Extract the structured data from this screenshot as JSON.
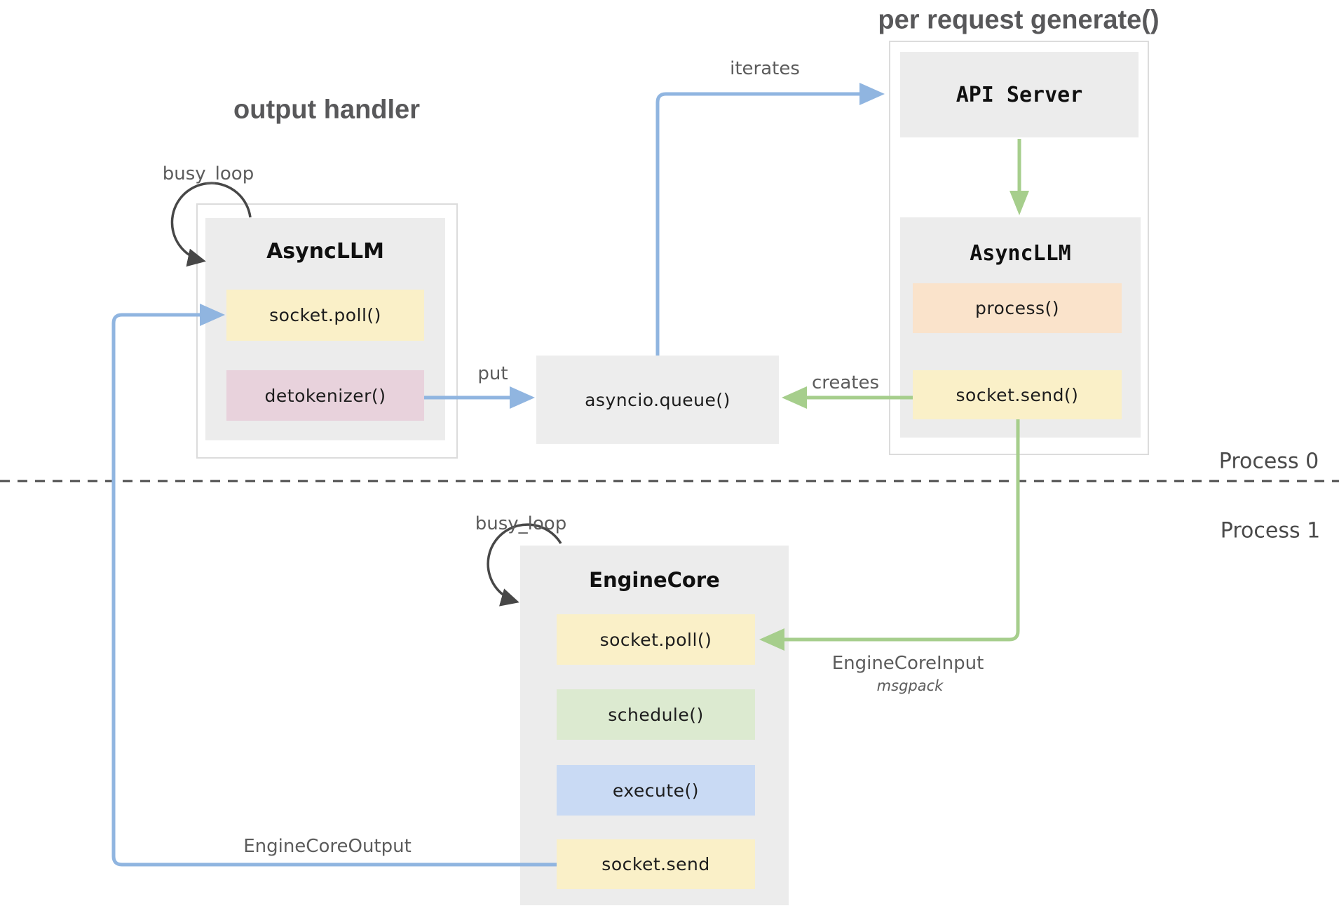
{
  "titles": {
    "output_handler": "output handler",
    "per_request": "per request generate()"
  },
  "process_labels": {
    "top": "Process 0",
    "bottom": "Process 1"
  },
  "edge_labels": {
    "busy_loop_left": "busy_loop",
    "busy_loop_right": "busy_loop",
    "iterates": "iterates",
    "put": "put",
    "creates": "creates",
    "engine_core_input": "EngineCoreInput",
    "engine_core_input_format": "msgpack",
    "engine_core_output": "EngineCoreOutput"
  },
  "nodes": {
    "async_llm_left": {
      "title": "AsyncLLM",
      "methods": [
        "socket.poll()",
        "detokenizer()"
      ]
    },
    "api_server": {
      "title": "API Server"
    },
    "async_llm_right": {
      "title": "AsyncLLM",
      "methods": [
        "process()",
        "socket.send()"
      ]
    },
    "asyncio_queue": {
      "label": "asyncio.queue()"
    },
    "engine_core": {
      "title": "EngineCore",
      "methods": [
        "socket.poll()",
        "schedule()",
        "execute()",
        "socket.send"
      ]
    }
  },
  "colors": {
    "box_gray": "#ececec",
    "box_yellow": "#faf0c8",
    "box_pink": "#e8d2dc",
    "box_orange": "#fae3cb",
    "box_green": "#dcead0",
    "box_blue": "#c9daf4",
    "arrow_blue": "#90b5e0",
    "arrow_green": "#a6ce8c",
    "arrow_dark": "#474747",
    "divider": "#4d4d4d",
    "label_gray": "#5c5c5c",
    "outline": "#dcdcdc"
  }
}
